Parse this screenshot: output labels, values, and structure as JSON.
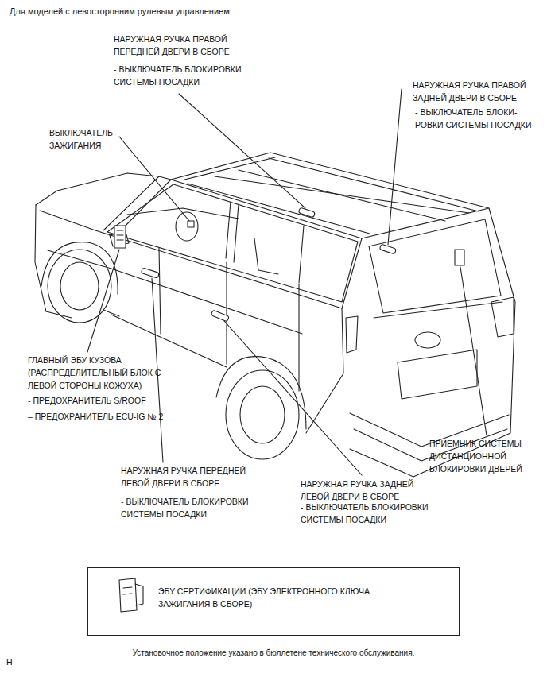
{
  "diagram": {
    "title": "Для моделей с левосторонним рулевым управлением:",
    "caption": "Установочное положение указано в бюллетене технического обслуживания.",
    "nodes": [
      {
        "text": [
          "ЭБУ СЕРТИФИКАЦИИ (ЭБУ ЭЛЕКТРОННОГО КЛЮЧА ЗАЖИГАНИЯ В СБОРЕ)"
        ]
      }
    ],
    "labels": [
      "НАРУЖНАЯ РУЧКА ПРАВОЙ ПЕРЕДНЕЙ ДВЕРИ В СБОРЕ",
      "- ВЫКЛЮЧАТЕЛЬ БЛОКИРОВКИ СИСТЕМЫ ПОСАДКИ",
      "НАРУЖНАЯ РУЧКА ПРАВОЙ ЗАДНЕЙ ДВЕРИ В СБОРЕ",
      "- ВЫКЛЮЧАТЕЛЬ БЛОКИ- РОВКИ СИСТЕМЫ ПОСАДКИ",
      "ВЫКЛЮЧАТЕЛЬ ЗАЖИГАНИЯ",
      "ГЛАВНЫЙ ЭБУ КУЗОВА (РАСПРЕДЕЛИТЕЛЬНЫЙ БЛОК С ЛЕВОЙ СТОРОНЫ КОЖУХА)",
      "- ПРЕДОХРАНИТЕЛЬ S/ROOF",
      "– ПРЕДОХРАНИТЕЛЬ ECU-IG № 2",
      "ПРИЕМНИК СИСТЕМЫ ДИСТАНЦИОННОЙ БЛОКИРОВКИ ДВЕРЕЙ",
      "НАРУЖНАЯ РУЧКА ПЕРЕДНЕЙ ЛЕВОЙ ДВЕРИ В СБОРЕ",
      "- ВЫКЛЮЧАТЕЛЬ БЛОКИРОВКИ СИСТЕМЫ ПОСАДКИ",
      "НАРУЖНАЯ РУЧКА ЗАДНЕЙ ЛЕВОЙ ДВЕРИ В СБОРЕ",
      "- ВЫКЛЮЧАТЕЛЬ БЛОКИРОВКИ СИСТЕМЫ ПОСАДКИ",
      "H"
    ]
  }
}
